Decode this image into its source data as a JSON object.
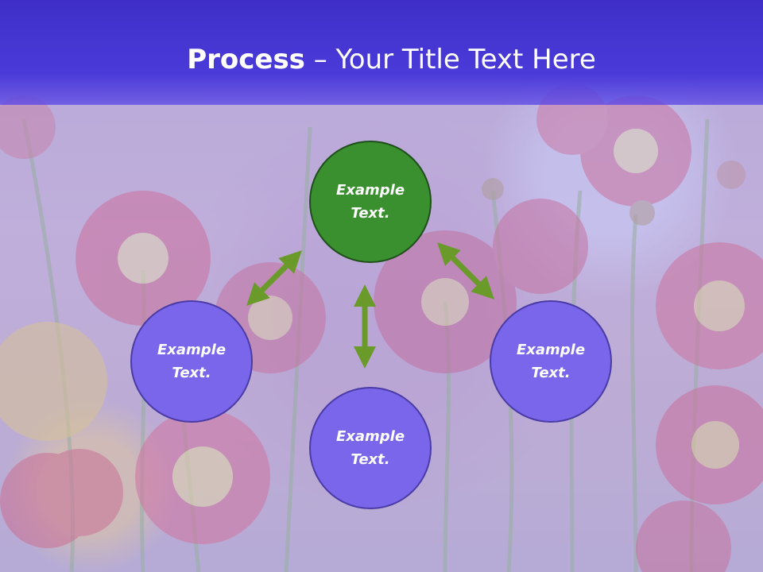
{
  "slide": {
    "title_bold": "Process",
    "title_rest": " – Your Title Text Here"
  },
  "nodes": [
    {
      "id": "top",
      "line1": "Example",
      "line2": "Text.",
      "color": "#3a8f2f"
    },
    {
      "id": "left",
      "line1": "Example",
      "line2": "Text.",
      "color": "#7a66ea"
    },
    {
      "id": "right",
      "line1": "Example",
      "line2": "Text.",
      "color": "#7a66ea"
    },
    {
      "id": "bottom",
      "line1": "Example",
      "line2": "Text.",
      "color": "#7a66ea"
    }
  ],
  "colors": {
    "header": "#4335d2",
    "arrow": "#6a9a2a"
  }
}
